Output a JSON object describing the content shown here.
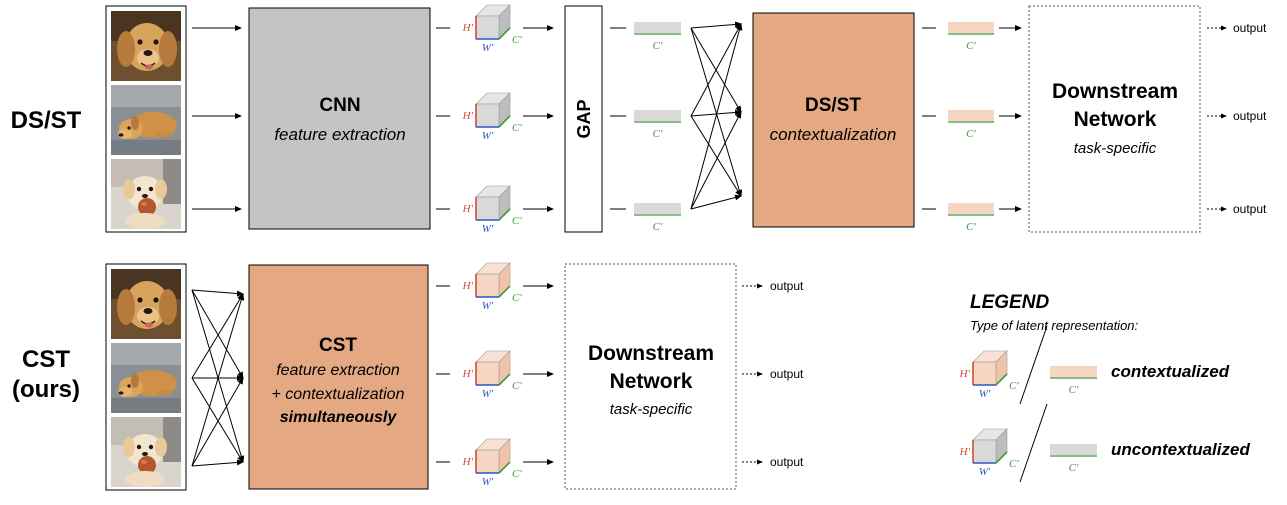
{
  "rows": [
    {
      "label_line1": "DS/ST",
      "label_line2": "",
      "main_block": {
        "title": "CNN",
        "lines": [
          "feature extraction"
        ]
      },
      "gap_label": "GAP",
      "context_block": {
        "title": "DS/ST",
        "lines": [
          "contextualization"
        ]
      },
      "downstream": {
        "title_line1": "Downstream",
        "title_line2": "Network",
        "subtitle": "task-specific"
      }
    },
    {
      "label_line1": "CST",
      "label_line2": "(ours)",
      "main_block": {
        "title": "CST",
        "lines": [
          "feature extraction",
          "+ contextualization",
          "simultaneously"
        ]
      },
      "downstream": {
        "title_line1": "Downstream",
        "title_line2": "Network",
        "subtitle": "task-specific"
      }
    }
  ],
  "dims": {
    "h": "H′",
    "w": "W′",
    "c": "C′"
  },
  "output_label": "output",
  "legend": {
    "title": "LEGEND",
    "subtitle": "Type of latent representation:",
    "items": [
      {
        "label": "contextualized",
        "tone": "contextualized"
      },
      {
        "label": "uncontextualized",
        "tone": "uncontextualized"
      }
    ]
  },
  "colors": {
    "contextualized_block": "#E4A882",
    "contextualized_light": "#F6D5C2",
    "contextualized_cube_top": "#F9E2D4",
    "contextualized_cube_side": "#EFC4A8",
    "uncontextualized_block": "#C4C4C4",
    "uncontextualized_light": "#D9D9D9",
    "uncontextualized_cube_top": "#E6E6E6",
    "uncontextualized_cube_side": "#BDBDBD",
    "dim_h": "#D14A3A",
    "dim_w": "#2F55C9",
    "dim_c": "#3E9A3A"
  },
  "thumbnails": [
    "golden-retriever-face-photo",
    "golden-retriever-lying-photo",
    "golden-retriever-puppy-with-ball-photo"
  ]
}
